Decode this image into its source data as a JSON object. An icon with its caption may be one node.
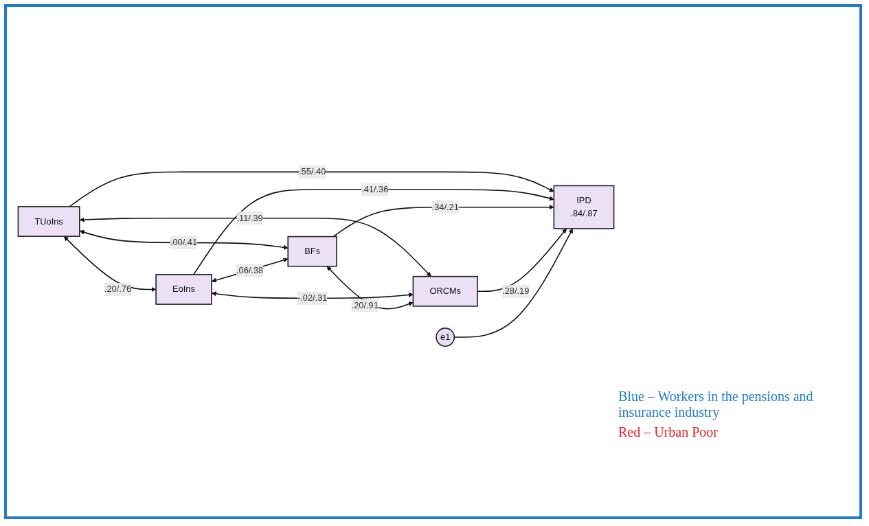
{
  "diagram": {
    "nodes": [
      {
        "text": [
          "TUoIns"
        ]
      },
      {
        "text": [
          "EoIns"
        ]
      },
      {
        "text": [
          "BFs"
        ]
      },
      {
        "text": [
          "ORCMs"
        ]
      },
      {
        "text": [
          "e1"
        ]
      },
      {
        "text": [
          "IPD",
          ".84/.87"
        ]
      }
    ],
    "edges": [
      {
        "from": 0,
        "to": 1,
        "arrow": "both",
        "label": ".20/.76"
      },
      {
        "from": 0,
        "to": 2,
        "arrow": "both",
        "label": ".00/.41"
      },
      {
        "from": 0,
        "to": 3,
        "arrow": "both",
        "label": ".11/.39"
      },
      {
        "from": 1,
        "to": 2,
        "arrow": "both",
        "label": ".06/.38"
      },
      {
        "from": 1,
        "to": 3,
        "arrow": "both",
        "label": "-.02/.31"
      },
      {
        "from": 2,
        "to": 3,
        "arrow": "both",
        "label": ".20/.91"
      },
      {
        "from": 0,
        "to": 5,
        "arrow": "to",
        "label": ".55/.40"
      },
      {
        "from": 1,
        "to": 5,
        "arrow": "to",
        "label": ".41/.36"
      },
      {
        "from": 2,
        "to": 5,
        "arrow": "to",
        "label": ".34/.21"
      },
      {
        "from": 3,
        "to": 5,
        "arrow": "to",
        "label": ".28/.19"
      },
      {
        "from": 4,
        "to": 5,
        "arrow": "to"
      }
    ],
    "legend": [
      {
        "text": "Blue – Workers in the pensions and insurance industry",
        "color": "#1f7bd0"
      },
      {
        "text": "Red – Urban Poor",
        "color": "#e8202a"
      }
    ]
  }
}
